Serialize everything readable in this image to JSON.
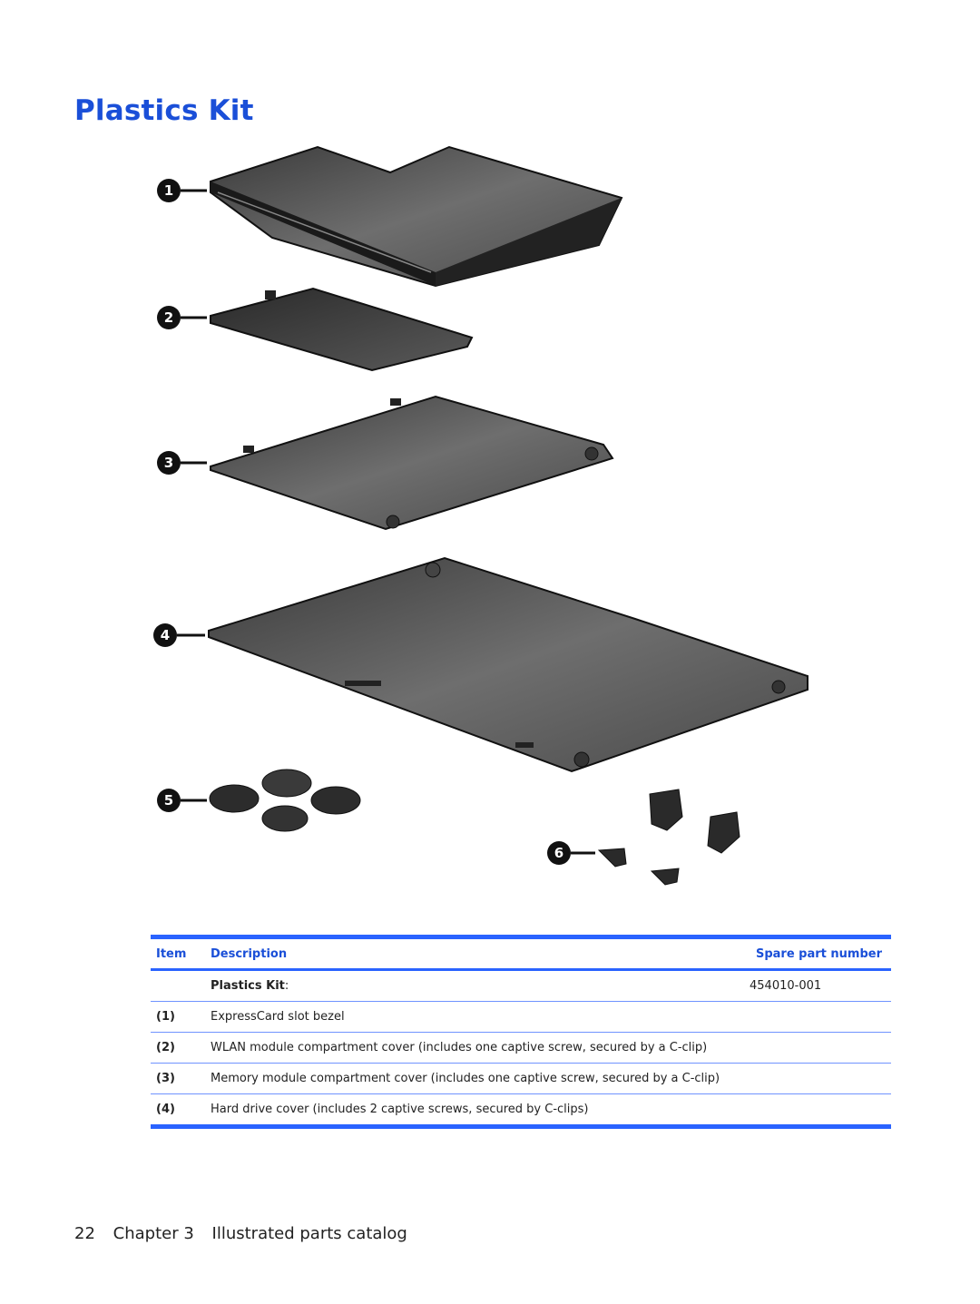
{
  "page": {
    "title": "Plastics Kit"
  },
  "figure": {
    "callouts": [
      "1",
      "2",
      "3",
      "4",
      "5",
      "6"
    ]
  },
  "table": {
    "headers": {
      "item": "Item",
      "description": "Description",
      "spare": "Spare part number"
    },
    "kit_row": {
      "label": "Plastics Kit",
      "colon": ":",
      "spare": "454010-001"
    },
    "rows": [
      {
        "item": "(1)",
        "description": "ExpressCard slot bezel"
      },
      {
        "item": "(2)",
        "description": "WLAN module compartment cover (includes one captive screw, secured by a C-clip)"
      },
      {
        "item": "(3)",
        "description": "Memory module compartment cover (includes one captive screw, secured by a C-clip)"
      },
      {
        "item": "(4)",
        "description": "Hard drive cover (includes 2 captive screws, secured by C-clips)"
      }
    ]
  },
  "footer": {
    "page_number": "22",
    "chapter": "Chapter 3",
    "chapter_title": "Illustrated parts catalog"
  }
}
